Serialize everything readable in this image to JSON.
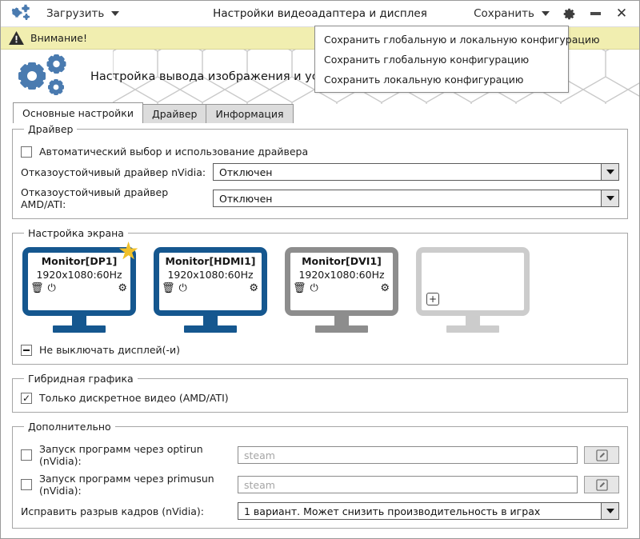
{
  "titlebar": {
    "app_icon": "gears-icon",
    "load_menu": "Загрузить",
    "title": "Настройки видеоадаптера и дисплея",
    "save_menu": "Сохранить",
    "settings_icon": "gear-icon",
    "minimize_icon": "minimize-icon",
    "close_icon": "close-icon"
  },
  "save_dropdown": {
    "items": [
      {
        "label": "Сохранить глобальную и локальную конфигурацию"
      },
      {
        "label": "Сохранить глобальную конфигурацию"
      },
      {
        "label": "Сохранить локальную конфигурацию"
      }
    ]
  },
  "warning": {
    "icon": "warning-triangle-icon",
    "text": "Внимание!",
    "background": "#f1eeb0"
  },
  "banner": {
    "logo_icon": "gears-logo-icon",
    "title": "Настройка вывода изображения и установка драйвера видеокарты"
  },
  "tabs": [
    {
      "label": "Основные настройки",
      "active": true
    },
    {
      "label": "Драйвер",
      "active": false
    },
    {
      "label": "Информация",
      "active": false
    }
  ],
  "driver_group": {
    "legend": "Драйвер",
    "auto_checkbox": {
      "label": "Автоматический выбор и использование драйвера",
      "checked": false
    },
    "nvidia": {
      "label": "Отказоустойчивый драйвер nVidia:",
      "value": "Отключен"
    },
    "amd": {
      "label": "Отказоустойчивый драйвер AMD/ATI:",
      "value": "Отключен"
    }
  },
  "screen_group": {
    "legend": "Настройка экрана",
    "monitors": [
      {
        "name": "Monitor[DP1]",
        "resolution": "1920x1080:60Hz",
        "enabled": true,
        "primary": true,
        "color": "#15578f",
        "icons": [
          "trash-icon",
          "power-icon",
          "gear-icon"
        ]
      },
      {
        "name": "Monitor[HDMI1]",
        "resolution": "1920x1080:60Hz",
        "enabled": true,
        "primary": false,
        "color": "#15578f",
        "icons": [
          "trash-icon",
          "power-icon",
          "gear-icon"
        ]
      },
      {
        "name": "Monitor[DVI1]",
        "resolution": "1920x1080:60Hz",
        "enabled": false,
        "primary": false,
        "color": "#8d8d8d",
        "icons": [
          "trash-icon",
          "power-icon",
          "gear-icon"
        ]
      }
    ],
    "add_monitor": {
      "icon": "plus-box-icon",
      "color": "#cccccc"
    },
    "keep_on_checkbox": {
      "label": "Не выключать дисплей(-и)",
      "state": "indeterminate"
    },
    "star_icon": "star-icon",
    "star_color": "#f0c02a"
  },
  "hybrid_group": {
    "legend": "Гибридная графика",
    "discrete_only": {
      "label": "Только дискретное видео (AMD/ATI)",
      "checked": true
    }
  },
  "extra_group": {
    "legend": "Дополнительно",
    "optirun": {
      "label": "Запуск программ через optirun (nVidia):",
      "checked": false,
      "placeholder": "steam",
      "edit_icon": "edit-pencil-icon"
    },
    "primusrun": {
      "label": "Запуск программ через primusun (nVidia):",
      "checked": false,
      "placeholder": "steam",
      "edit_icon": "edit-pencil-icon"
    },
    "tearing": {
      "label": "Исправить разрыв кадров (nVidia):",
      "value": "1 вариант. Может снизить производительность в играх"
    }
  }
}
